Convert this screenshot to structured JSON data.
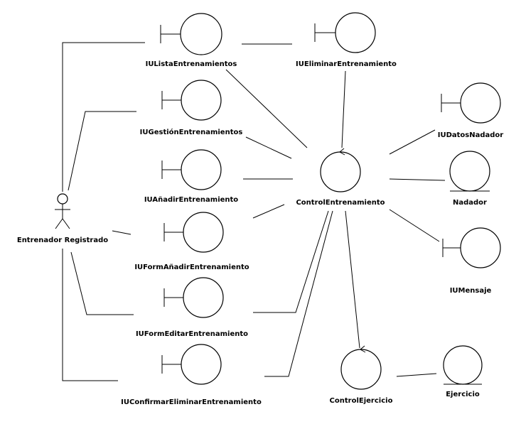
{
  "diagram": {
    "actor": {
      "label": "Entrenador Registrado"
    },
    "boundaries": {
      "lista": "IUListaEntrenamientos",
      "eliminar": "IUEliminarEntrenamiento",
      "gestion": "IUGestiónEntrenamientos",
      "anadir": "IUAñadirEntrenamiento",
      "form_anadir": "IUFormAñadirEntrenamiento",
      "form_editar": "IUFormEditarEntrenamiento",
      "confirmar_eliminar": "IUConfirmarEliminarEntrenamiento",
      "datos_nadador": "IUDatosNadador",
      "mensaje": "IUMensaje"
    },
    "controls": {
      "entrenamiento": "ControlEntrenamiento",
      "ejercicio": "ControlEjercicio"
    },
    "entities": {
      "nadador": "Nadador",
      "ejercicio": "Ejercicio"
    }
  }
}
